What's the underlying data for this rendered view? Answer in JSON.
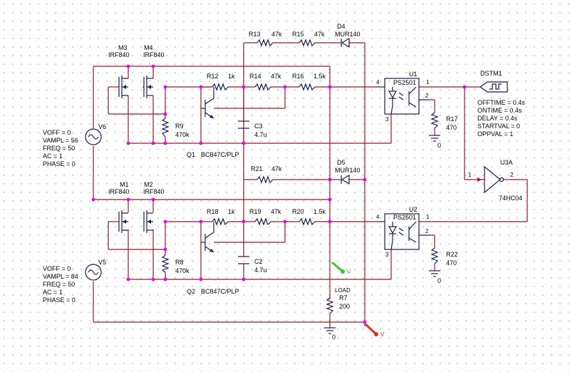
{
  "components": {
    "M3": {
      "ref": "M3",
      "value": "IRF840"
    },
    "M4": {
      "ref": "M4",
      "value": "IRF840"
    },
    "M1": {
      "ref": "M1",
      "value": "IRF840"
    },
    "M2": {
      "ref": "M2",
      "value": "IRF840"
    },
    "R13": {
      "ref": "R13",
      "value": "47k"
    },
    "R15": {
      "ref": "R15",
      "value": "47k"
    },
    "R12": {
      "ref": "R12",
      "value": "1k"
    },
    "R14": {
      "ref": "R14",
      "value": "47k"
    },
    "R16": {
      "ref": "R16",
      "value": "1.5k"
    },
    "R9": {
      "ref": "R9",
      "value": "470k"
    },
    "C3": {
      "ref": "C3",
      "value": "4.7u"
    },
    "Q1": {
      "ref": "Q1",
      "value": "BC847C/PLP"
    },
    "D4": {
      "ref": "D4",
      "value": "MUR140"
    },
    "D5": {
      "ref": "D5",
      "value": "MUR140"
    },
    "R21": {
      "ref": "R21",
      "value": "47k"
    },
    "R18": {
      "ref": "R18",
      "value": "1k"
    },
    "R19": {
      "ref": "R19",
      "value": "47k"
    },
    "R20": {
      "ref": "R20",
      "value": "1.5k"
    },
    "R8": {
      "ref": "R8",
      "value": "470k"
    },
    "C2": {
      "ref": "C2",
      "value": "4.7u"
    },
    "Q2": {
      "ref": "Q2",
      "value": "BC847C/PLP"
    },
    "R7": {
      "ref": "R7",
      "value": "200",
      "note": "LOAD"
    },
    "U1": {
      "ref": "U1",
      "value": "PS2501"
    },
    "U2": {
      "ref": "U2",
      "value": "PS2501"
    },
    "R17": {
      "ref": "R17",
      "value": "470"
    },
    "R22": {
      "ref": "R22",
      "value": "470"
    },
    "U3A": {
      "ref": "U3A",
      "value": "74HC04"
    },
    "DSTM1": {
      "ref": "DSTM1"
    },
    "V6": {
      "ref": "V6"
    },
    "V5": {
      "ref": "V5"
    }
  },
  "source_params": {
    "V6": [
      "VOFF = 0",
      "VAMPL = 56",
      "FREQ = 50",
      "AC = 1",
      "PHASE = 0"
    ],
    "V5": [
      "VOFF = 0",
      "VAMPL = 84",
      "FREQ = 50",
      "AC = 1",
      "PHASE = 0"
    ]
  },
  "stimulus_params": [
    "OFFTIME = 0.4s",
    "ONTIME = 0.4s",
    "DELAY = 0.4s",
    "STARTVAL = 0",
    "OPPVAL = 1"
  ],
  "pins": {
    "u1_4": "4",
    "u1_1": "1",
    "u1_2": "2",
    "u1_3": "3",
    "u2_4": "4",
    "u2_1": "1",
    "u2_2": "2",
    "u2_3": "3",
    "u3_1": "1",
    "u3_2": "2"
  },
  "ground_labels": {
    "g1": "0",
    "g2": "0",
    "g3": "0"
  },
  "probe_labels": {
    "voltage_probe": "V"
  },
  "colors": {
    "wire": "#8b1a2b",
    "part": "#1a1a4a",
    "junction": "#e600e6",
    "grid_dot": "#c8c8c8",
    "probe_green": "#33cc33",
    "probe_red": "#e03020"
  }
}
